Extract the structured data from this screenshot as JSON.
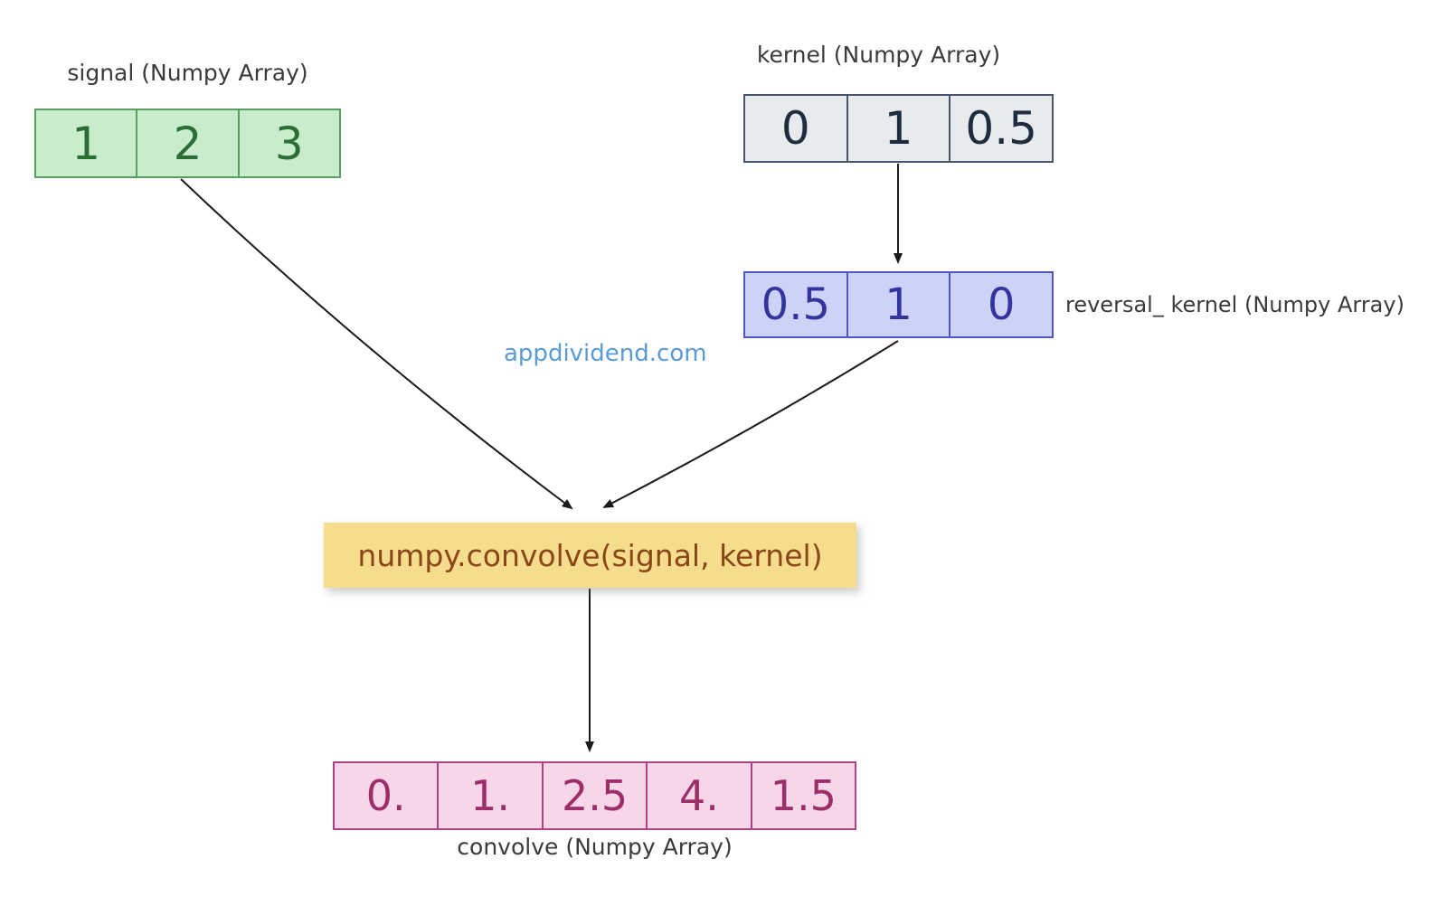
{
  "diagram": {
    "title_implicit": "numpy convolve flow",
    "background_color": "#ffffff",
    "arrow_color": "#1a1a1a",
    "label_color": "#3b3b3b"
  },
  "watermark": {
    "text": "appdividend.com",
    "color": "#5b9bd5"
  },
  "nodes": {
    "signal": {
      "label": "signal (Numpy Array)",
      "values": [
        "1",
        "2",
        "3"
      ],
      "fill": "#c9edcc",
      "border": "#55a05f",
      "text_color": "#2c6e38"
    },
    "kernel": {
      "label": "kernel (Numpy Array)",
      "values": [
        "0",
        "1",
        "0.5"
      ],
      "fill": "#e7ebee",
      "border": "#47566b",
      "text_color": "#1f2c3d"
    },
    "reversal_kernel": {
      "label": "reversal_ kernel (Numpy Array)",
      "values": [
        "0.5",
        "1",
        "0"
      ],
      "fill": "#ccd3f6",
      "border": "#5156c0",
      "text_color": "#34349f"
    },
    "operation": {
      "label": "numpy.convolve(signal, kernel)",
      "fill": "#f6dd8e",
      "text_color": "#8a4617"
    },
    "convolve": {
      "label": "convolve (Numpy Array)",
      "values": [
        "0.",
        "1.",
        "2.5",
        "4.",
        "1.5"
      ],
      "fill": "#f8d6e9",
      "border": "#b0437f",
      "text_color": "#9c2f6a"
    }
  },
  "arrows": [
    {
      "from": "kernel",
      "to": "reversal_kernel"
    },
    {
      "from": "signal",
      "to": "operation"
    },
    {
      "from": "reversal_kernel",
      "to": "operation"
    },
    {
      "from": "operation",
      "to": "convolve"
    }
  ]
}
